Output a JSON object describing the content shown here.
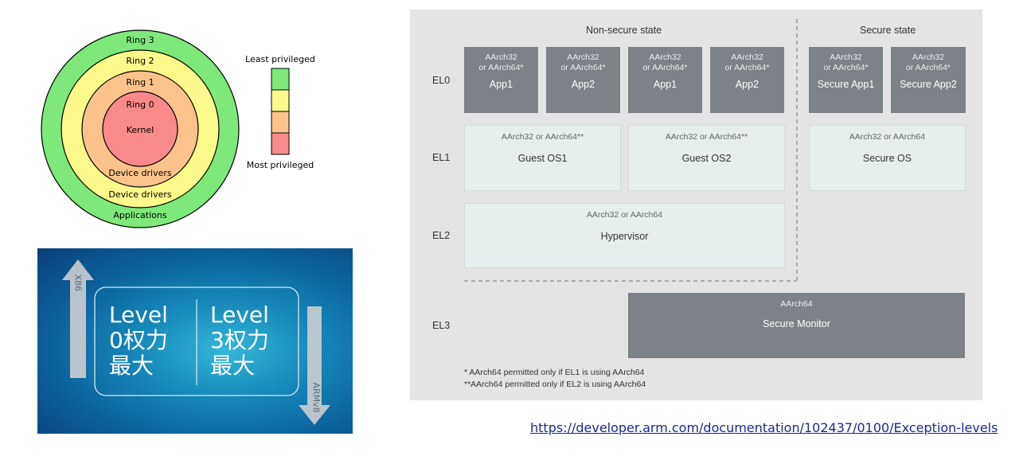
{
  "rings": {
    "labels": {
      "ring3": "Ring 3",
      "ring2": "Ring 2",
      "ring1": "Ring 1",
      "ring0": "Ring 0",
      "kernel": "Kernel",
      "device_drivers_inner": "Device drivers",
      "device_drivers_outer": "Device drivers",
      "applications": "Applications"
    },
    "legend": {
      "least": "Least privileged",
      "most": "Most privileged"
    },
    "colors": {
      "ring3": "#7ee87a",
      "ring2": "#fbf98b",
      "ring1": "#fbc38b",
      "ring0": "#f98a8a"
    }
  },
  "levels": {
    "left_line1": "Level",
    "left_line2": "0权力",
    "left_line3": "最大",
    "right_line1": "Level",
    "right_line2": "3权力",
    "right_line3": "最大",
    "x86_label": "X86",
    "armv8_label": "ARMv8"
  },
  "arm": {
    "headers": {
      "nonsecure": "Non-secure state",
      "secure": "Secure state"
    },
    "el_labels": {
      "el0": "EL0",
      "el1": "EL1",
      "el2": "EL2",
      "el3": "EL3"
    },
    "el0_apps": [
      {
        "line1": "AArch32",
        "line2": "or AArch64*",
        "name": "App1"
      },
      {
        "line1": "AArch32",
        "line2": "or AArch64*",
        "name": "App2"
      },
      {
        "line1": "AArch32",
        "line2": "or AArch64*",
        "name": "App1"
      },
      {
        "line1": "AArch32",
        "line2": "or AArch64*",
        "name": "App2"
      },
      {
        "line1": "AArch32",
        "line2": "or AArch64*",
        "name": "Secure App1"
      },
      {
        "line1": "AArch32",
        "line2": "or AArch64*",
        "name": "Secure App2"
      }
    ],
    "el1": [
      {
        "sub": "AArch32 or AArch64**",
        "name": "Guest OS1"
      },
      {
        "sub": "AArch32 or AArch64**",
        "name": "Guest OS2"
      },
      {
        "sub": "AArch32 or AArch64",
        "name": "Secure OS"
      }
    ],
    "el2": {
      "sub": "AArch32 or AArch64",
      "name": "Hypervisor"
    },
    "el3": {
      "sub": "AArch64",
      "name": "Secure Monitor"
    },
    "notes": {
      "n1": "*  AArch64 permitted only if EL1 is using AArch64",
      "n2": "**AArch64 permitted only if EL2 is using AArch64"
    }
  },
  "link": {
    "text": "https://developer.arm.com/documentation/102437/0100/Exception-levels"
  }
}
